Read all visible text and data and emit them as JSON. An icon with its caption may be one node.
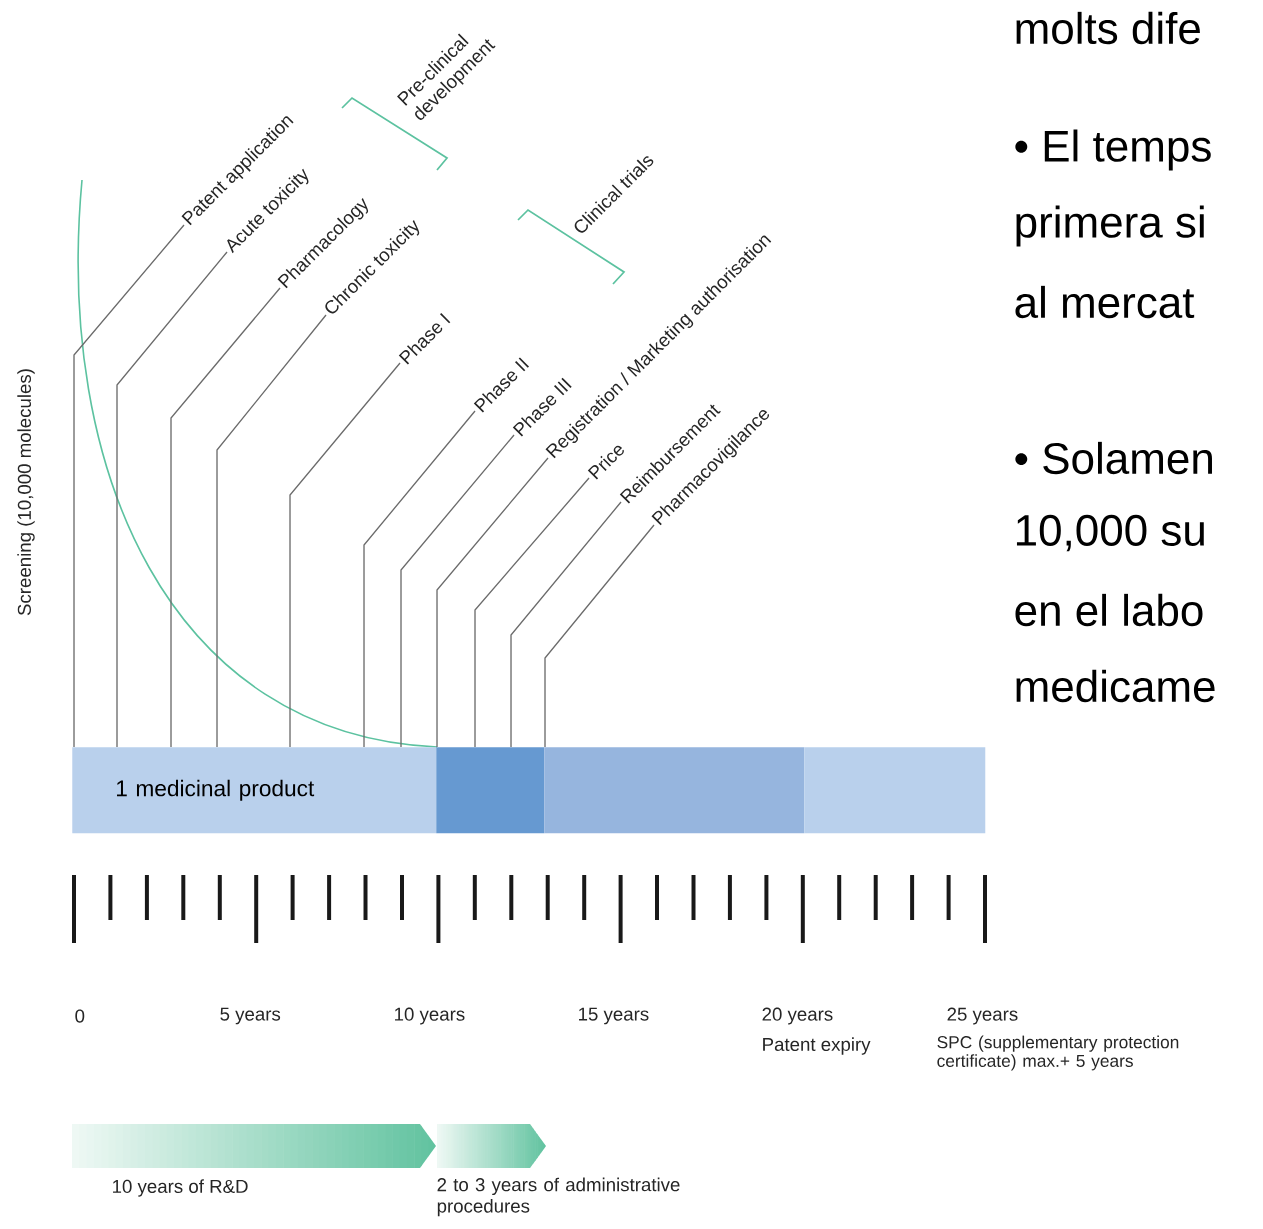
{
  "diagram": {
    "nodes": [
      {
        "text": [
          "Patent application"
        ]
      },
      {
        "text": [
          "Acute toxicity"
        ]
      },
      {
        "text": [
          "Pharmacology"
        ]
      },
      {
        "text": [
          "Chronic toxicity"
        ]
      },
      {
        "text": [
          "Phase I"
        ]
      },
      {
        "text": [
          "Phase II"
        ]
      },
      {
        "text": [
          "Phase III"
        ]
      },
      {
        "text": [
          "Registration / Marketing authorisation"
        ]
      },
      {
        "text": [
          "Price"
        ]
      },
      {
        "text": [
          "Reimbursement"
        ]
      },
      {
        "text": [
          "Pharmacovigilance"
        ]
      },
      {
        "text": [
          "1 medicinal product"
        ]
      },
      {
        "text": [],
        "shape": "bar"
      },
      {
        "text": [],
        "shape": "bar"
      },
      {
        "text": [],
        "shape": "bar"
      }
    ],
    "edges": [
      {
        "from": 0,
        "to": 11,
        "arrow": "none"
      },
      {
        "from": 1,
        "to": 11,
        "arrow": "none"
      },
      {
        "from": 2,
        "to": 11,
        "arrow": "none"
      },
      {
        "from": 3,
        "to": 11,
        "arrow": "none"
      },
      {
        "from": 4,
        "to": 11,
        "arrow": "none"
      },
      {
        "from": 5,
        "to": 11,
        "arrow": "none"
      },
      {
        "from": 6,
        "to": 11,
        "arrow": "none"
      },
      {
        "from": 7,
        "to": 12,
        "arrow": "none"
      },
      {
        "from": 8,
        "to": 12,
        "arrow": "none"
      },
      {
        "from": 9,
        "to": 12,
        "arrow": "none"
      },
      {
        "from": 10,
        "to": 13,
        "arrow": "none"
      }
    ],
    "labels": [
      "Pre-clinical development",
      "Clinical trials",
      "Screening (10,000 molecules)",
      "0",
      "5 years",
      "10 years",
      "15 years",
      "20 years",
      "25 years",
      "Patent expiry",
      "SPC (supplementary protection certificate) max.+ 5 years",
      "10 years of R&D",
      "2 to 3 years of administrative procedures",
      "molts dife",
      "• El temps",
      "primera si",
      "al mercat",
      "• Solamen",
      "10,000 su",
      "en el labo",
      "medicame"
    ]
  }
}
